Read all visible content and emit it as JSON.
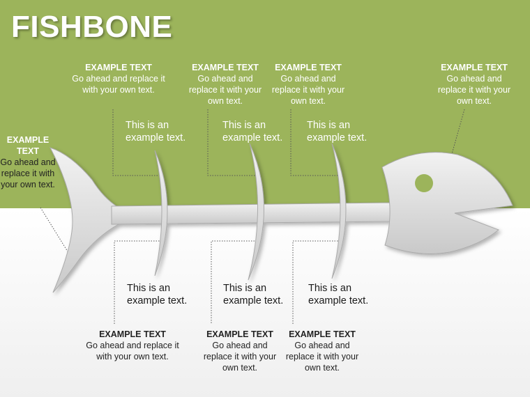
{
  "title": "FISHBONE",
  "bone_label": "This is an example text.",
  "top_blocks": [
    {
      "heading": "EXAMPLE TEXT",
      "body": "Go ahead and replace it with your own text."
    },
    {
      "heading": "EXAMPLE TEXT",
      "body": "Go ahead and replace it with your own text."
    },
    {
      "heading": "EXAMPLE TEXT",
      "body": "Go ahead and replace it with your own text."
    },
    {
      "heading": "EXAMPLE TEXT",
      "body": "Go ahead and replace it with your own text."
    }
  ],
  "tail_block": {
    "heading": "EXAMPLE TEXT",
    "body": "Go ahead and replace it with your own text."
  },
  "bottom_blocks": [
    {
      "heading": "EXAMPLE TEXT",
      "body": "Go ahead and replace it with your own text."
    },
    {
      "heading": "EXAMPLE TEXT",
      "body": "Go ahead and replace it with your own text."
    },
    {
      "heading": "EXAMPLE TEXT",
      "body": "Go ahead and replace it with your own text."
    }
  ],
  "colors": {
    "top_background": "#9cb45b",
    "bottom_background": "#f3f3f3",
    "fish": "#dcdcdc"
  }
}
